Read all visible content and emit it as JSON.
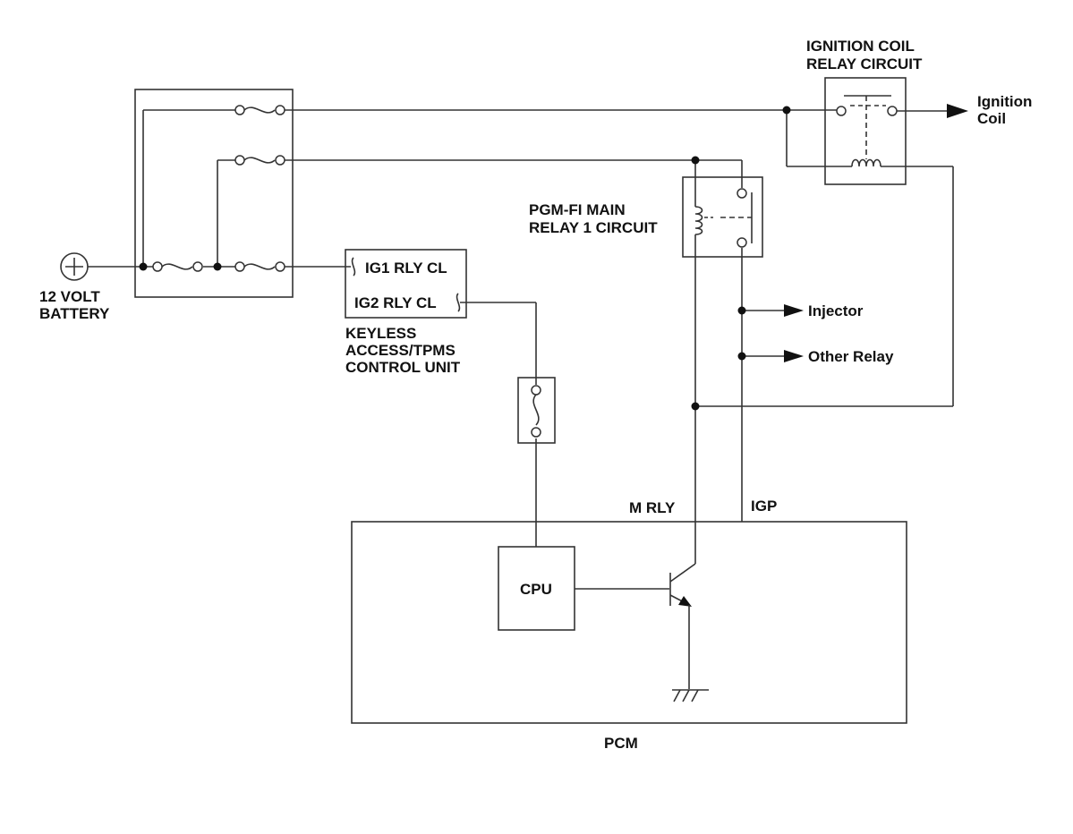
{
  "labels": {
    "battery_line1": "12 VOLT",
    "battery_line2": "BATTERY",
    "ig1": "IG1 RLY CL",
    "ig2": "IG2 RLY CL",
    "keyless_line1": "KEYLESS",
    "keyless_line2": "ACCESS/TPMS",
    "keyless_line3": "CONTROL UNIT",
    "pgm_line1": "PGM-FI MAIN",
    "pgm_line2": "RELAY 1 CIRCUIT",
    "coil_relay_line1": "IGNITION COIL",
    "coil_relay_line2": "RELAY CIRCUIT",
    "ignition_line1": "Ignition",
    "ignition_line2": "Coil",
    "injector": "Injector",
    "other_relay": "Other Relay",
    "m_rly": "M RLY",
    "igp": "IGP",
    "cpu": "CPU",
    "pcm": "PCM"
  }
}
